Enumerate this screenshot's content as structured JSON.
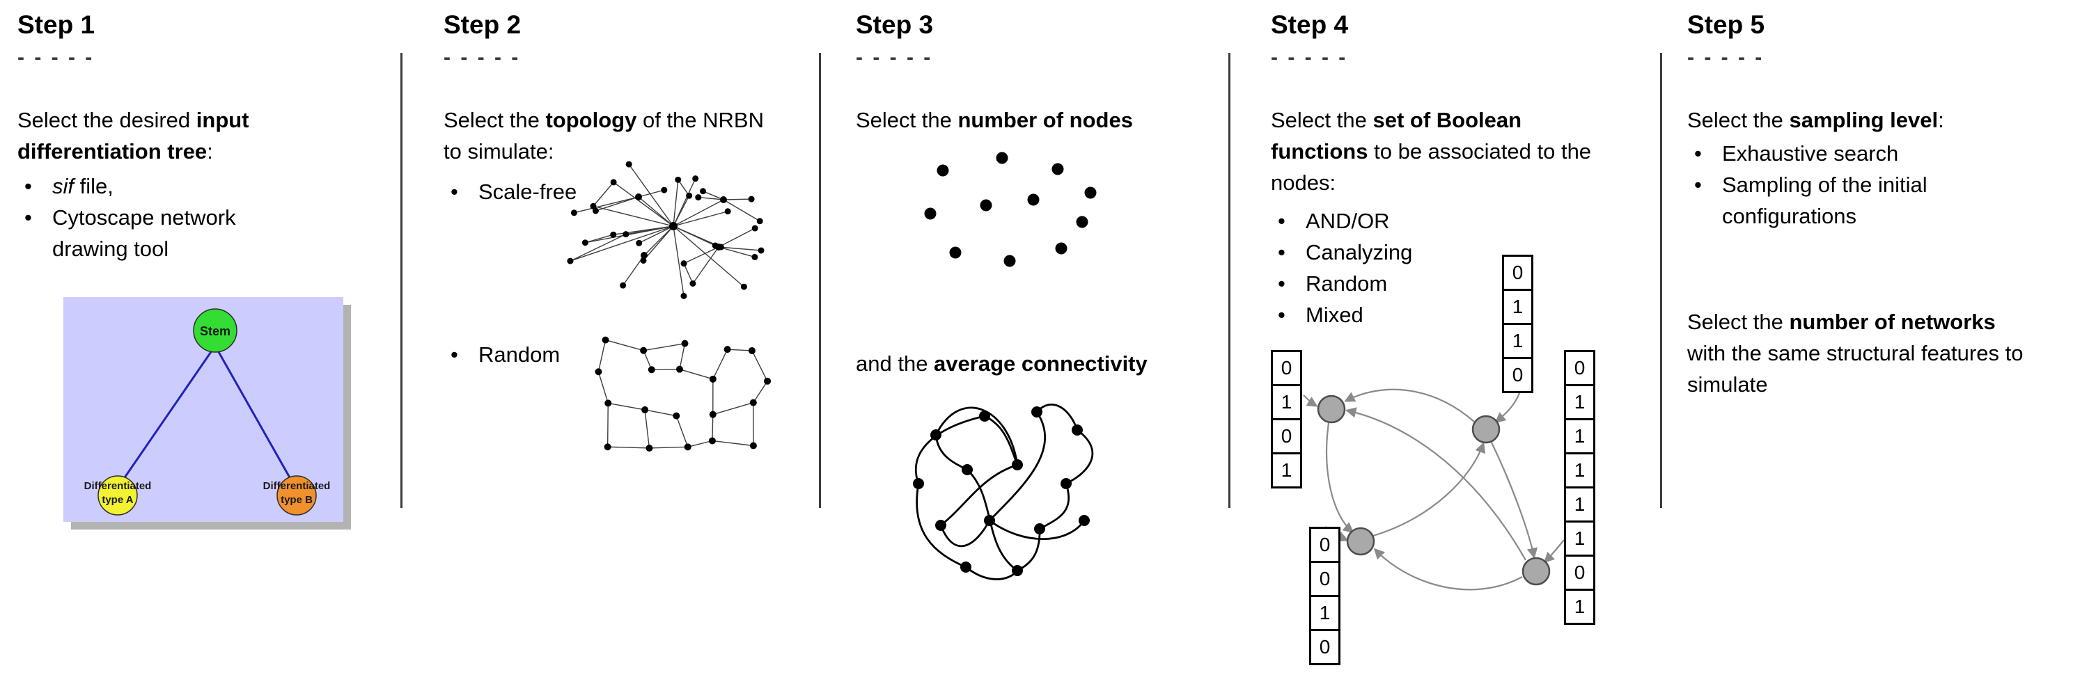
{
  "steps": {
    "step1": {
      "title": "Step 1",
      "dashes": "- - - - -",
      "intro": {
        "pre": "Select the desired ",
        "bold": "input differentiation tree",
        "post": ":"
      },
      "bullet1": {
        "italic": "sif",
        "rest": " file,"
      },
      "bullet2": "Cytoscape network drawing tool",
      "tree": {
        "stem_label": "Stem",
        "type_a_line1": "Differentiated",
        "type_a_line2": "type A",
        "type_b_line1": "Differentiated",
        "type_b_line2": "type B",
        "colors": {
          "panel": "#ccccfe",
          "stem": "#33dd33",
          "type_a": "#f2f233",
          "type_b": "#f0912d",
          "edge": "#2222bb"
        }
      }
    },
    "step2": {
      "title": "Step 2",
      "dashes": "- - - - -",
      "intro": {
        "pre": "Select the ",
        "bold": "topology",
        "post": " of the NRBN to simulate:"
      },
      "bullets": [
        "Scale-free",
        "Random"
      ]
    },
    "step3": {
      "title": "Step 3",
      "dashes": "- - - - -",
      "line1": {
        "pre": "Select the ",
        "bold": "number of nodes",
        "post": ""
      },
      "line2": {
        "pre": "and the ",
        "bold": "average connectivity",
        "post": ""
      }
    },
    "step4": {
      "title": "Step 4",
      "dashes": "- - - - -",
      "intro": {
        "pre": "Select the ",
        "bold": "set of Boolean functions",
        "post": " to be associated to the nodes:"
      },
      "bullets": [
        "AND/OR",
        "Canalyzing",
        "Random",
        "Mixed"
      ],
      "node_color": "#a9a9a9",
      "tables": {
        "left": [
          "0",
          "1",
          "0",
          "1"
        ],
        "top": [
          "0",
          "1",
          "1",
          "0"
        ],
        "bottom": [
          "0",
          "0",
          "1",
          "0"
        ],
        "right": [
          "0",
          "1",
          "1",
          "1",
          "1",
          "1",
          "0",
          "1"
        ]
      }
    },
    "step5": {
      "title": "Step 5",
      "dashes": "- - - - -",
      "line1": {
        "pre": "Select the ",
        "bold": "sampling level",
        "post": ":"
      },
      "bullets": [
        "Exhaustive search",
        "Sampling of the initial configurations"
      ],
      "line2": {
        "pre": "Select the ",
        "bold": "number of networks",
        "post": " with the same structural features to simulate"
      }
    }
  }
}
